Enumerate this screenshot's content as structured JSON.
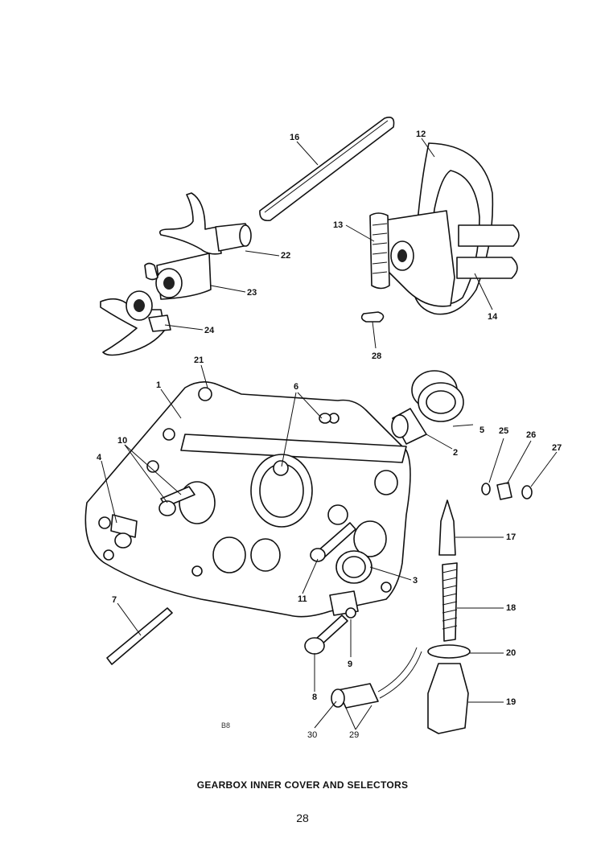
{
  "diagram": {
    "caption": "GEARBOX INNER COVER AND SELECTORS",
    "page_number": "28",
    "plate_code": "B8",
    "callouts": [
      "1",
      "2",
      "3",
      "4",
      "5",
      "6",
      "7",
      "8",
      "9",
      "10",
      "11",
      "12",
      "13",
      "14",
      "16",
      "17",
      "18",
      "19",
      "20",
      "21",
      "22",
      "23",
      "24",
      "25",
      "26",
      "27",
      "28",
      "29",
      "30"
    ]
  }
}
